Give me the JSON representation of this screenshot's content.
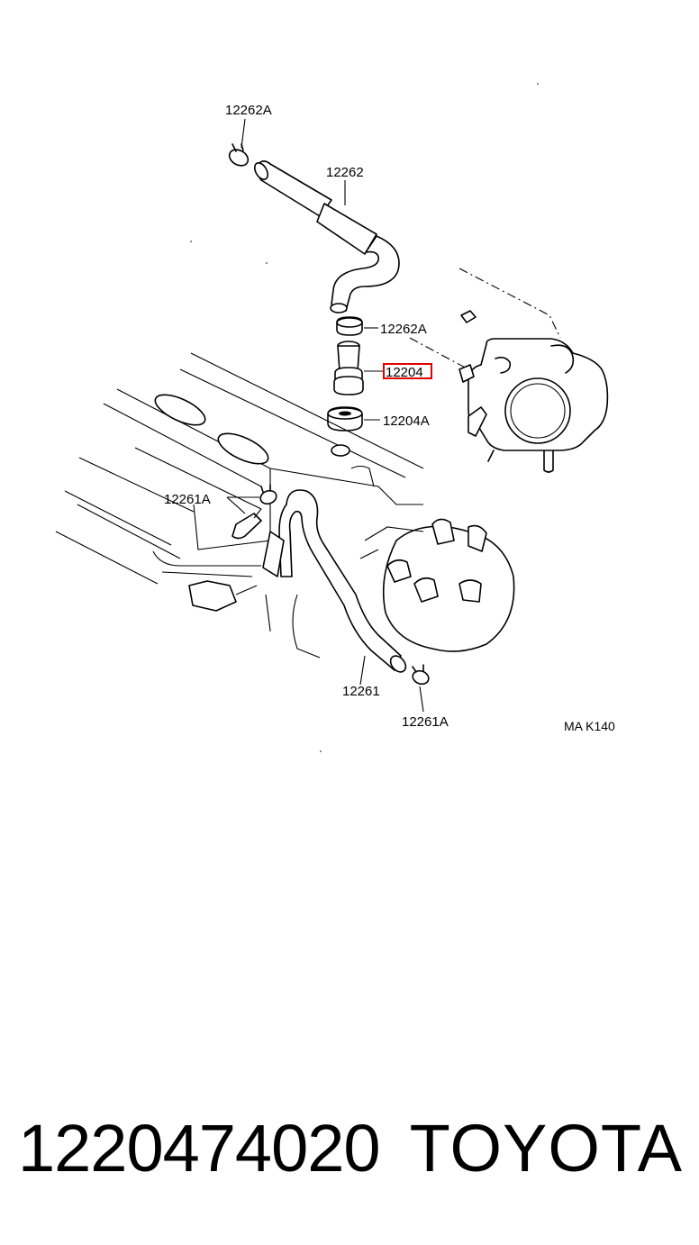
{
  "diagram": {
    "callouts": [
      {
        "id": "clamp-top",
        "text": "12262A"
      },
      {
        "id": "hose-top",
        "text": "12262"
      },
      {
        "id": "clamp-mid",
        "text": "12262A"
      },
      {
        "id": "pcv-valve",
        "text": "12204",
        "highlighted": true
      },
      {
        "id": "grommet",
        "text": "12204A"
      },
      {
        "id": "clamp-left",
        "text": "12261A"
      },
      {
        "id": "hose-bottom",
        "text": "12261"
      },
      {
        "id": "clamp-bottom",
        "text": "12261A"
      }
    ],
    "figure_code": "MA K140",
    "highlight_color": "#e00000"
  },
  "footer": {
    "part_number": "1220474020",
    "brand": "TOYOTA"
  }
}
